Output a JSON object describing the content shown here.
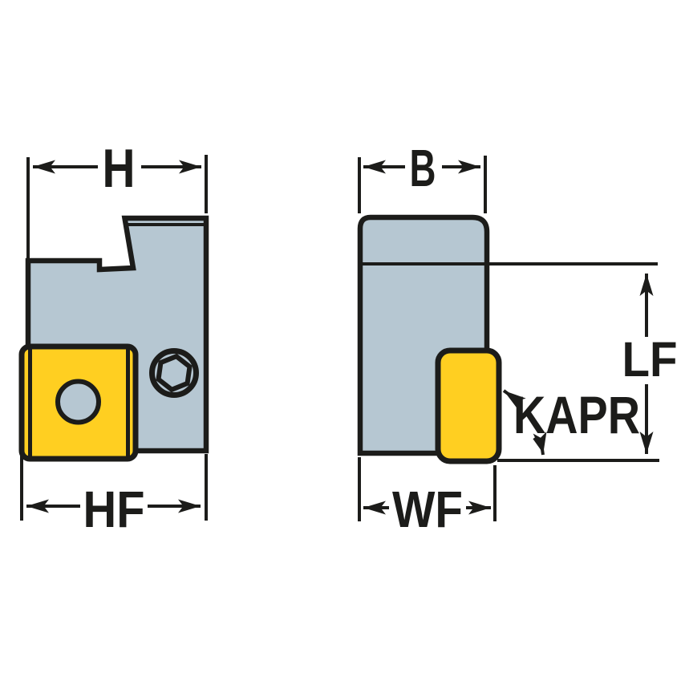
{
  "drawing": {
    "type": "technical-dimension-drawing",
    "description": "Two orthographic views of a cartridge tool holder with a square yellow indexable insert, clamp screw, and dimension callouts",
    "labels": {
      "h": "H",
      "b": "B",
      "hf": "HF",
      "wf": "WF",
      "lf": "LF",
      "kapr": "KAPR"
    },
    "colors": {
      "body": "#b6c7d2",
      "insert": "#ffcf21",
      "line": "#1c1c1a",
      "background": "#ffffff"
    }
  }
}
